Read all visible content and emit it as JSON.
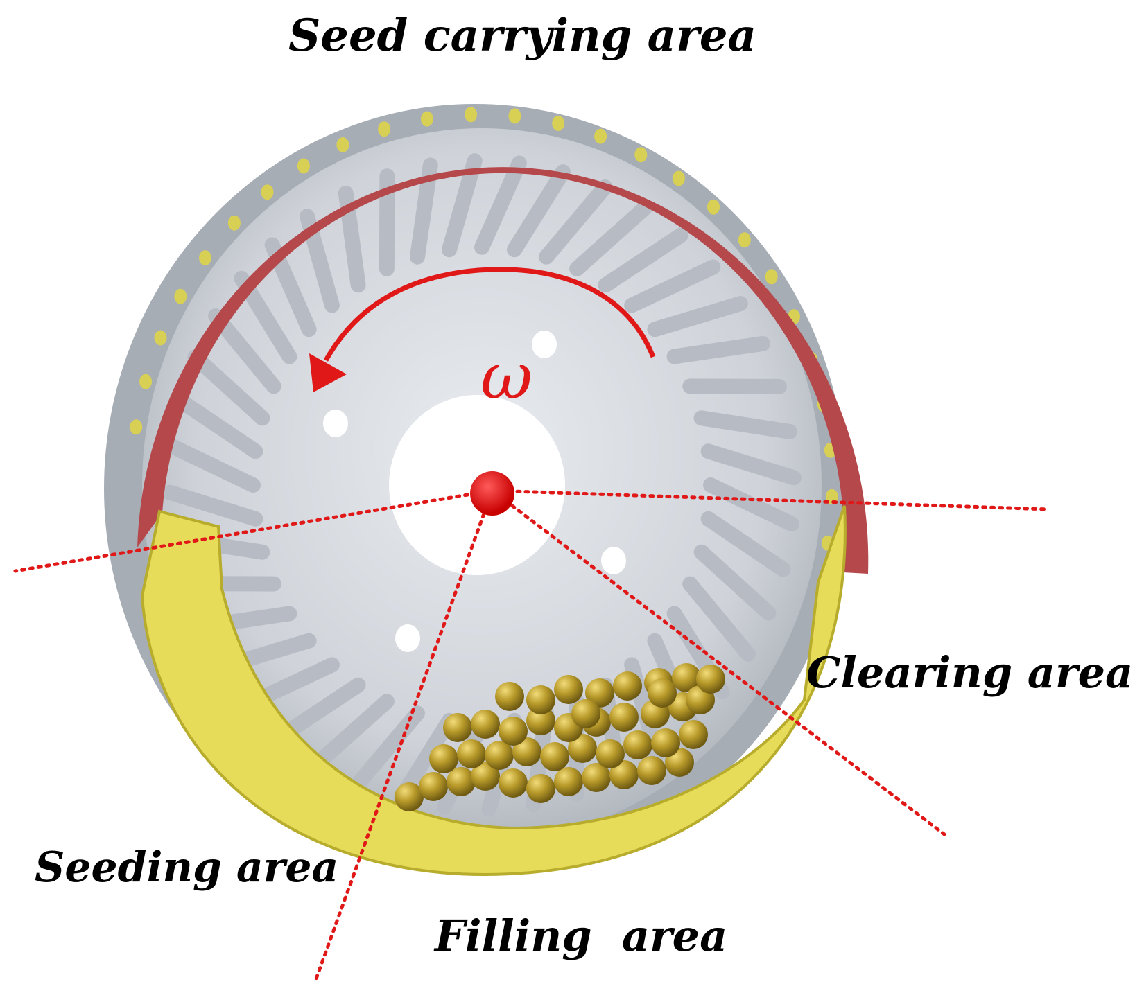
{
  "labels": {
    "seed_carrying": "Seed carrying area",
    "clearing": "Clearing area",
    "seeding": "Seeding area",
    "filling": "Filling  area",
    "omega": "ω"
  },
  "colors": {
    "background": "#ffffff",
    "disc": "#d4d8de",
    "disc_rim": "#9aa0a8",
    "carrying_band": "#b5484b",
    "filling_band": "#e6dc5a",
    "seed": "#b89a2a",
    "rotation_arrow": "#e01818",
    "boundary_lines": "#e01818",
    "hub": "#ffffff",
    "center_dot": "#e00000"
  },
  "icons": {
    "rotation": "counterclockwise-arrow-icon",
    "center": "center-dot-icon"
  }
}
